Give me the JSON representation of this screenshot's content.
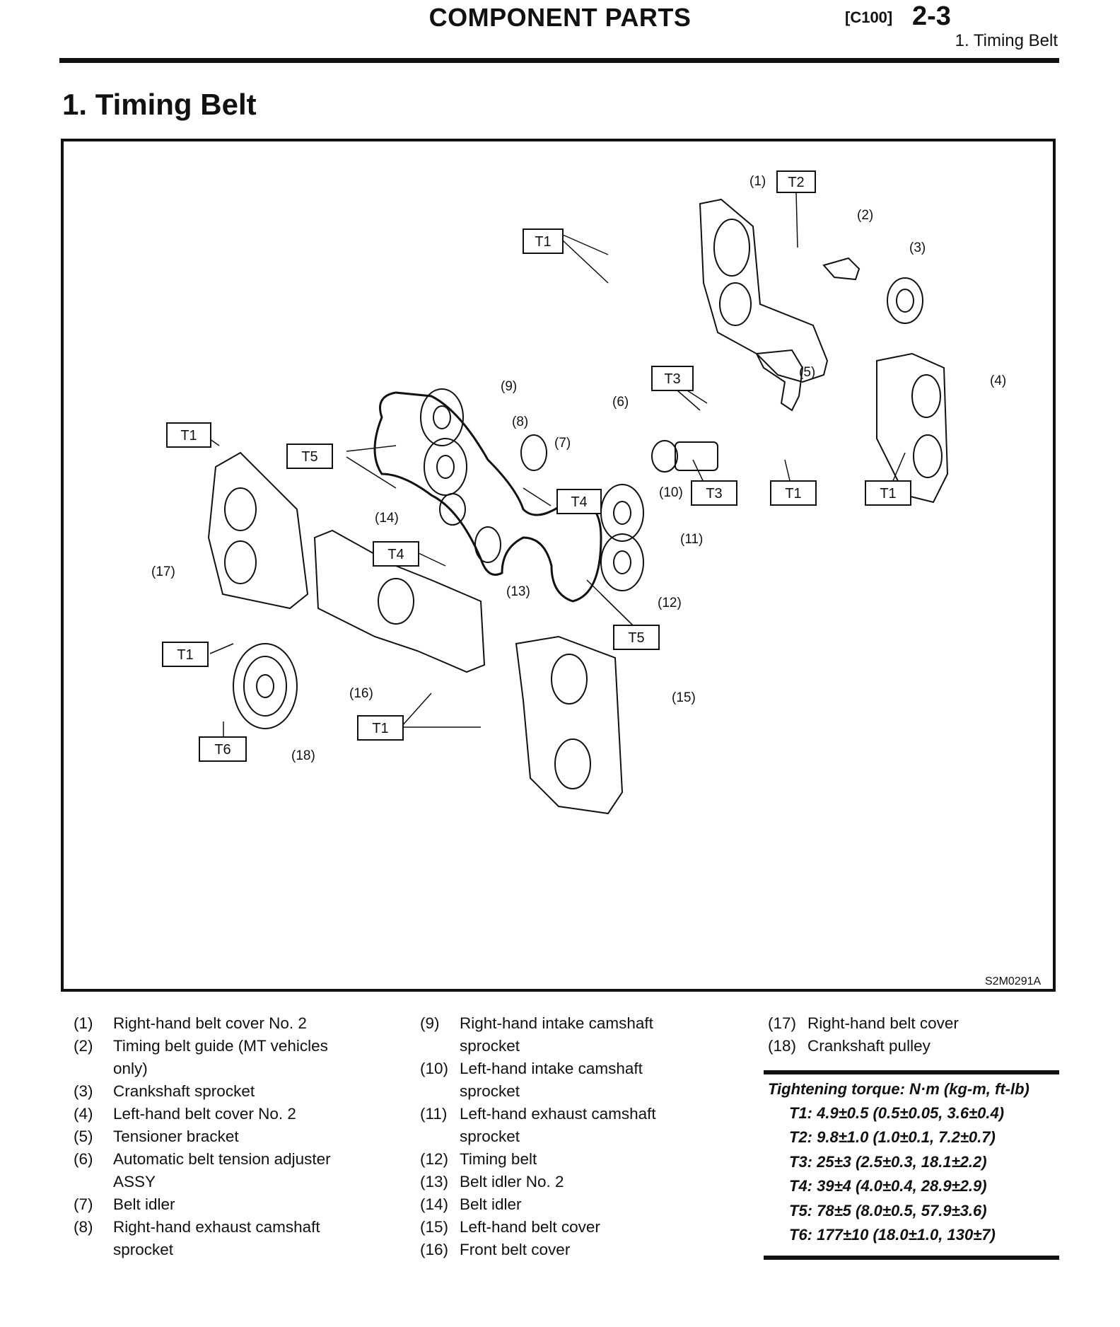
{
  "header": {
    "title": "COMPONENT PARTS",
    "code": "[C100]",
    "page": "2-3",
    "subtitle": "1.  Timing Belt"
  },
  "section_title": "1.  Timing Belt",
  "figure": {
    "code": "S2M0291A",
    "callouts": [
      "(1)",
      "(2)",
      "(3)",
      "(4)",
      "(5)",
      "(6)",
      "(7)",
      "(8)",
      "(9)",
      "(10)",
      "(11)",
      "(12)",
      "(13)",
      "(14)",
      "(15)",
      "(16)",
      "(17)",
      "(18)"
    ],
    "torque_tags": {
      "t1": "T1",
      "t2": "T2",
      "t3": "T3",
      "t4": "T4",
      "t5": "T5",
      "t6": "T6"
    }
  },
  "legend": {
    "col1": [
      {
        "num": "(1)",
        "text": "Right-hand belt cover No. 2"
      },
      {
        "num": "(2)",
        "text": "Timing belt guide (MT vehicles\nonly)"
      },
      {
        "num": "(3)",
        "text": "Crankshaft sprocket"
      },
      {
        "num": "(4)",
        "text": "Left-hand belt cover No. 2"
      },
      {
        "num": "(5)",
        "text": "Tensioner bracket"
      },
      {
        "num": "(6)",
        "text": "Automatic belt tension adjuster\nASSY"
      },
      {
        "num": "(7)",
        "text": "Belt idler"
      },
      {
        "num": "(8)",
        "text": "Right-hand exhaust camshaft\nsprocket"
      }
    ],
    "col2": [
      {
        "num": "(9)",
        "text": "Right-hand intake camshaft\nsprocket"
      },
      {
        "num": "(10)",
        "text": "Left-hand intake camshaft\nsprocket"
      },
      {
        "num": "(11)",
        "text": "Left-hand exhaust camshaft\nsprocket"
      },
      {
        "num": "(12)",
        "text": "Timing belt"
      },
      {
        "num": "(13)",
        "text": "Belt idler No. 2"
      },
      {
        "num": "(14)",
        "text": "Belt idler"
      },
      {
        "num": "(15)",
        "text": "Left-hand belt cover"
      },
      {
        "num": "(16)",
        "text": "Front belt cover"
      }
    ],
    "col3": [
      {
        "num": "(17)",
        "text": "Right-hand belt cover"
      },
      {
        "num": "(18)",
        "text": "Crankshaft pulley"
      }
    ]
  },
  "torque": {
    "title": "Tightening torque: N·m (kg-m, ft-lb)",
    "lines": [
      "T1: 4.9±0.5 (0.5±0.05, 3.6±0.4)",
      "T2: 9.8±1.0 (1.0±0.1, 7.2±0.7)",
      "T3: 25±3 (2.5±0.3, 18.1±2.2)",
      "T4: 39±4 (4.0±0.4, 28.9±2.9)",
      "T5: 78±5 (8.0±0.5, 57.9±3.6)",
      "T6: 177±10 (18.0±1.0, 130±7)"
    ]
  }
}
